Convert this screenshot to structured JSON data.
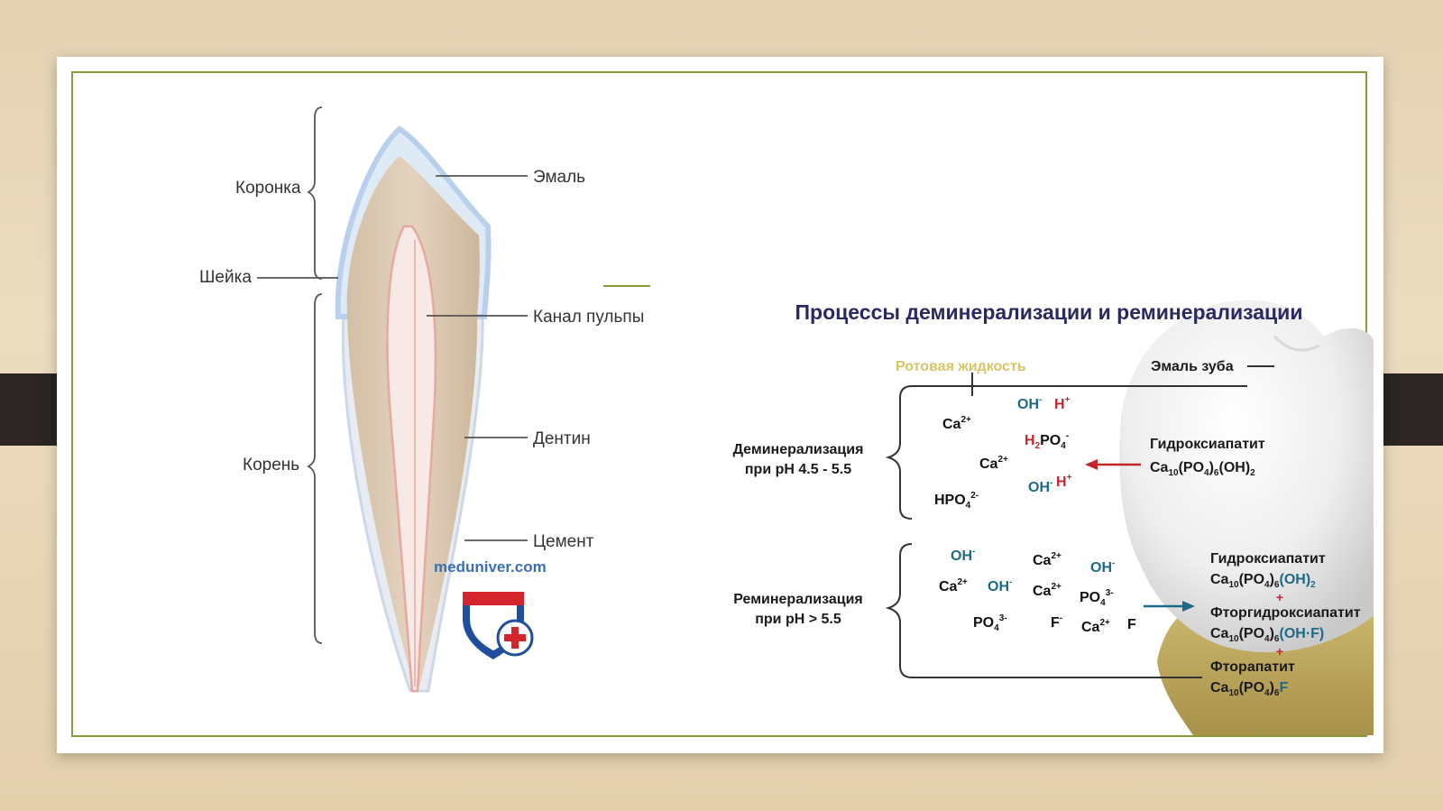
{
  "tooth_labels": {
    "crown": "Коронка",
    "neck": "Шейка",
    "root": "Корень",
    "enamel": "Эмаль",
    "pulp_canal": "Канал пульпы",
    "dentin": "Дентин",
    "cement": "Цемент"
  },
  "watermark": "meduniver.com",
  "title": "Процессы деминерализации и реминерализации",
  "oral_fluid": "Ротовая жидкость",
  "tooth_enamel": "Эмаль зуба",
  "demin": {
    "label_line1": "Деминерализация",
    "label_line2": "при  pH 4.5 - 5.5",
    "ions": {
      "ca1": "Ca",
      "ca1_charge": "2+",
      "oh1": "OH",
      "oh1_charge": "-",
      "h1": "H",
      "h1_charge": "+",
      "h2po4_a": "H",
      "h2po4_sub1": "2",
      "h2po4_b": "PO",
      "h2po4_sub2": "4",
      "h2po4_charge": "-",
      "ca2": "Ca",
      "ca2_charge": "2+",
      "oh2": "OH",
      "oh2_charge": "-",
      "h2": "H",
      "h2_charge": "+",
      "hpo4_a": "HPO",
      "hpo4_sub": "4",
      "hpo4_charge": "2-"
    },
    "product_name": "Гидроксиапатит",
    "product_formula": {
      "a": "Ca",
      "s1": "10",
      "b": "(PO",
      "s2": "4",
      "c": ")",
      "s3": "6",
      "d": "(OH)",
      "s4": "2"
    }
  },
  "remin": {
    "label_line1": "Реминерализация",
    "label_line2": "при  pH > 5.5",
    "ions": {
      "oh1": "OH",
      "oh1_charge": "-",
      "ca1": "Ca",
      "ca1_charge": "2+",
      "oh2": "OH",
      "oh2_charge": "-",
      "ca2": "Ca",
      "ca2_charge": "2+",
      "oh3": "OH",
      "oh3_charge": "-",
      "ca3": "Ca",
      "ca3_charge": "2+",
      "po4_1": "PO",
      "po4_1_sub": "4",
      "po4_1_charge": "3-",
      "po4_2": "PO",
      "po4_2_sub": "4",
      "po4_2_charge": "3-",
      "f1": "F",
      "f1_charge": "-",
      "ca4": "Ca",
      "ca4_charge": "2+",
      "f2": "F"
    },
    "products": [
      {
        "name": "Гидроксиапатит",
        "a": "Ca",
        "s1": "10",
        "b": "(PO",
        "s2": "4",
        "c": ")",
        "s3": "6",
        "d": "(OH)",
        "s4": "2"
      },
      {
        "name": "Фторгидроксиапатит",
        "a": "Ca",
        "s1": "10",
        "b": "(PO",
        "s2": "4",
        "c": ")",
        "s3": "6",
        "d": "(OH·F)",
        "s4": ""
      },
      {
        "name": "Фторапатит",
        "a": "Ca",
        "s1": "10",
        "b": "(PO",
        "s2": "4",
        "c": ")",
        "s3": "6",
        "d": "F",
        "s4": ""
      }
    ],
    "plus": "+"
  },
  "colors": {
    "hydroxide": "#1d6a86",
    "proton": "#c0262c",
    "title": "#2a2a60",
    "frame": "#8a9a3a",
    "oral_fluid": "#d8c468"
  }
}
